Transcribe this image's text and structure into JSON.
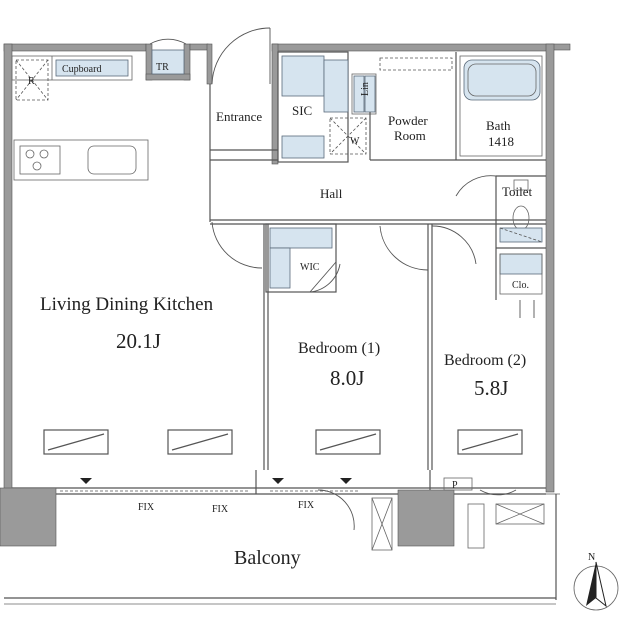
{
  "rooms": {
    "ldk": {
      "label": "Living Dining Kitchen",
      "area": "20.1J"
    },
    "bedroom1": {
      "label": "Bedroom (1)",
      "area": "8.0J"
    },
    "bedroom2": {
      "label": "Bedroom (2)",
      "area": "5.8J"
    },
    "hall": "Hall",
    "entrance": "Entrance",
    "sic": "SIC",
    "wic": "WIC",
    "powder_room": [
      "Powder",
      "Room"
    ],
    "bath": [
      "Bath",
      "1418"
    ],
    "toilet": "Toilet",
    "closet": "Clo.",
    "tr": "TR",
    "cupboard": "Cupboard",
    "refrigerator": "R",
    "washer": "W",
    "linen": "Lin",
    "balcony": "Balcony",
    "pipe": "P"
  },
  "fixed_windows": [
    "FIX",
    "FIX",
    "FIX"
  ],
  "compass": "N"
}
